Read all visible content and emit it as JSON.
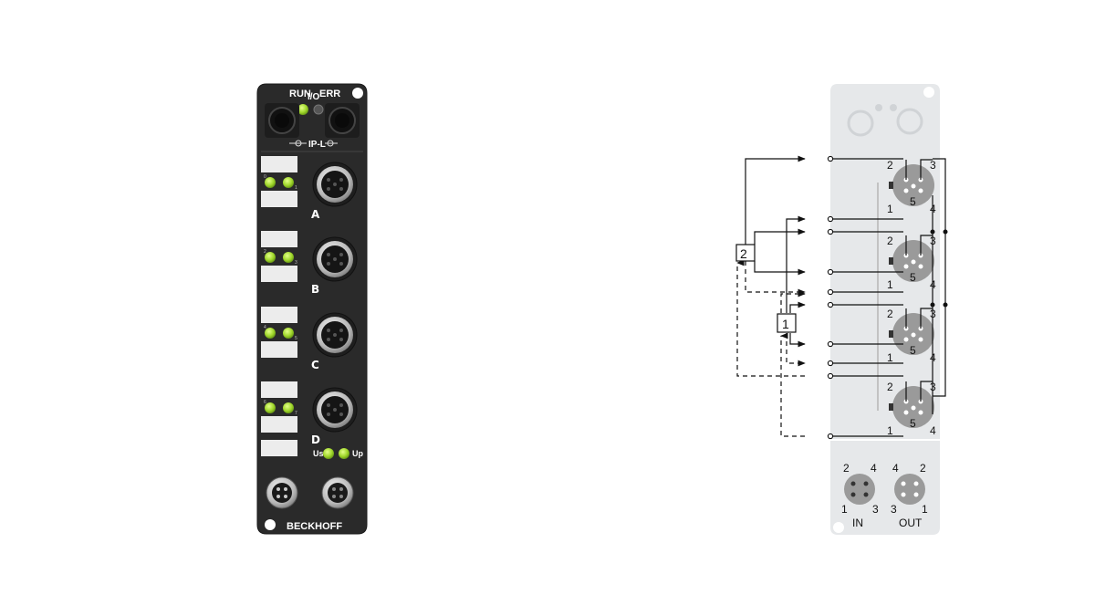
{
  "device": {
    "status_run": "RUN",
    "status_io": "I/O",
    "status_err": "ERR",
    "ip_label": "IP-L",
    "brand": "BECKHOFF",
    "ports": [
      "A",
      "B",
      "C",
      "D"
    ],
    "channel_numbers": [
      {
        "left": "0",
        "right": "1"
      },
      {
        "left": "2",
        "right": "3"
      },
      {
        "left": "4",
        "right": "5"
      },
      {
        "left": "6",
        "right": "7"
      }
    ],
    "supply_us": "Us",
    "supply_up": "Up",
    "colors": {
      "housing": "#2b2b2b",
      "led_green": "#9fd62a",
      "label_plate": "#ededed",
      "metal": "#bcbcbc"
    }
  },
  "schematic": {
    "pins": {
      "p1": "1",
      "p2": "2",
      "p3": "3",
      "p4": "4",
      "p5": "5"
    },
    "block_1": "1",
    "block_2": "2",
    "in_label": "IN",
    "out_label": "OUT",
    "in_pins": {
      "tl": "2",
      "tr": "4",
      "bl": "1",
      "br": "3"
    },
    "out_pins": {
      "tl": "4",
      "tr": "2",
      "bl": "3",
      "br": "1"
    },
    "colors": {
      "plate": "#e6e8ea",
      "connector": "#9a9a9a",
      "line": "#111111"
    }
  }
}
